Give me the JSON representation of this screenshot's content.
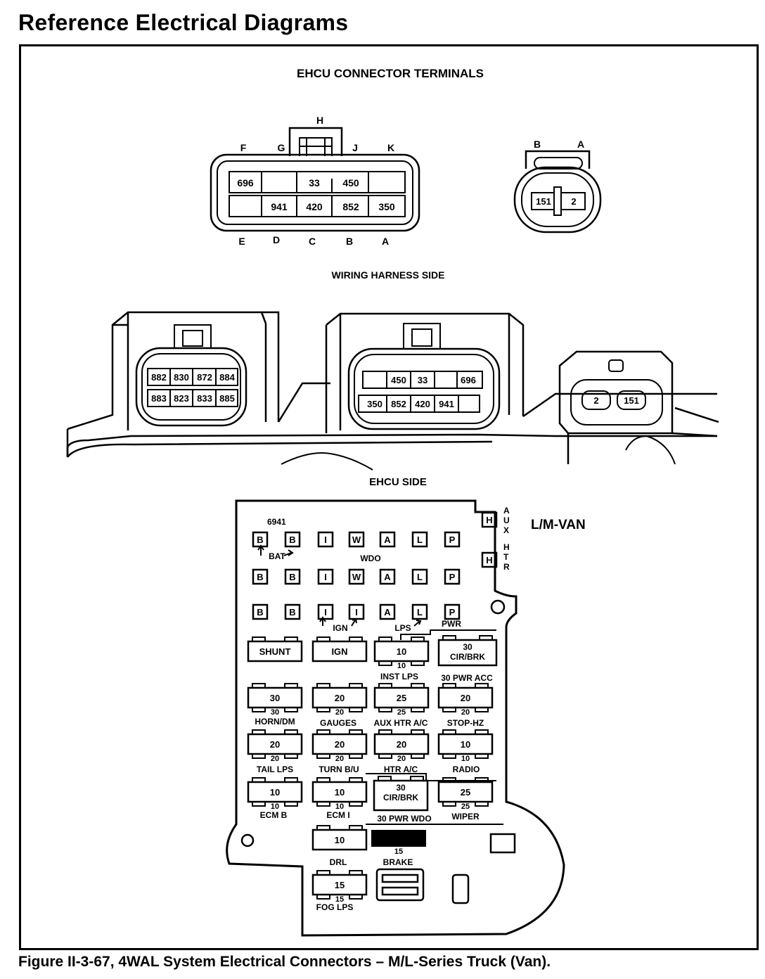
{
  "page_title": "Reference Electrical Diagrams",
  "caption": "Figure II-3-67, 4WAL System Electrical Connectors – M/L-Series Truck (Van).",
  "section_labels": {
    "ehcu_terminals": "EHCU CONNECTOR TERMINALS",
    "harness_side": "WIRING HARNESS SIDE",
    "ehcu_side": "EHCU SIDE",
    "van": "L/M-VAN"
  },
  "conn10": {
    "top_letters": [
      "F",
      "G",
      "H",
      "J",
      "K"
    ],
    "bottom_letters": [
      "E",
      "D",
      "C",
      "B",
      "A"
    ],
    "top_cells": [
      "696",
      "",
      "33",
      "450",
      ""
    ],
    "bottom_cells": [
      "",
      "941",
      "420",
      "852",
      "350"
    ]
  },
  "conn2": {
    "letters": [
      "B",
      "A"
    ],
    "cells": [
      "151",
      "2"
    ]
  },
  "harness": {
    "left_top": [
      "882",
      "830",
      "872",
      "884"
    ],
    "left_bottom": [
      "883",
      "823",
      "833",
      "885"
    ],
    "mid_top": [
      "450",
      "33",
      "696"
    ],
    "mid_bottom": [
      "350",
      "852",
      "420",
      "941"
    ],
    "right": [
      "2",
      "151"
    ]
  },
  "fuse_block": {
    "part_no": "6941",
    "row1": [
      "B",
      "B",
      "I",
      "W",
      "A",
      "L",
      "P"
    ],
    "row2": [
      "B",
      "B",
      "I",
      "W",
      "A",
      "L",
      "P"
    ],
    "row3": [
      "B",
      "B",
      "I",
      "I",
      "A",
      "L",
      "P"
    ],
    "bat_label": "BAT",
    "wdo_label": "WDO",
    "ign_label": "IGN",
    "lps_label": "LPS",
    "pwr_label": "PWR",
    "aux_box": "H",
    "aux_label": "AUX",
    "htr_box": "H",
    "htr_label": "HTR",
    "fuses": [
      {
        "value": "SHUNT",
        "sub": "",
        "label": ""
      },
      {
        "value": "IGN",
        "sub": "",
        "label": ""
      },
      {
        "value": "10",
        "sub": "10",
        "label": "INST LPS"
      },
      {
        "value": "30\nCIR/BRK",
        "sub": "",
        "label": "30 PWR ACC"
      },
      {
        "value": "30",
        "sub": "30",
        "label": "HORN/DM"
      },
      {
        "value": "20",
        "sub": "20",
        "label": "GAUGES"
      },
      {
        "value": "25",
        "sub": "25",
        "label": "AUX HTR A/C"
      },
      {
        "value": "20",
        "sub": "20",
        "label": "STOP-HZ"
      },
      {
        "value": "20",
        "sub": "20",
        "label": "TAIL LPS"
      },
      {
        "value": "20",
        "sub": "20",
        "label": "TURN B/U"
      },
      {
        "value": "20",
        "sub": "20",
        "label": "HTR A/C"
      },
      {
        "value": "10",
        "sub": "10",
        "label": "RADIO"
      },
      {
        "value": "10",
        "sub": "10",
        "label": "ECM B"
      },
      {
        "value": "10",
        "sub": "10",
        "label": "ECM I"
      },
      {
        "value": "30\nCIR/BRK",
        "sub": "",
        "label": "30 PWR WDO"
      },
      {
        "value": "25",
        "sub": "25",
        "label": "WIPER"
      },
      {
        "value": "10",
        "sub": "",
        "label": "DRL"
      },
      {
        "value": "",
        "sub": "15",
        "label": "BRAKE"
      },
      {
        "value": "15",
        "sub": "15",
        "label": "FOG LPS"
      }
    ]
  }
}
